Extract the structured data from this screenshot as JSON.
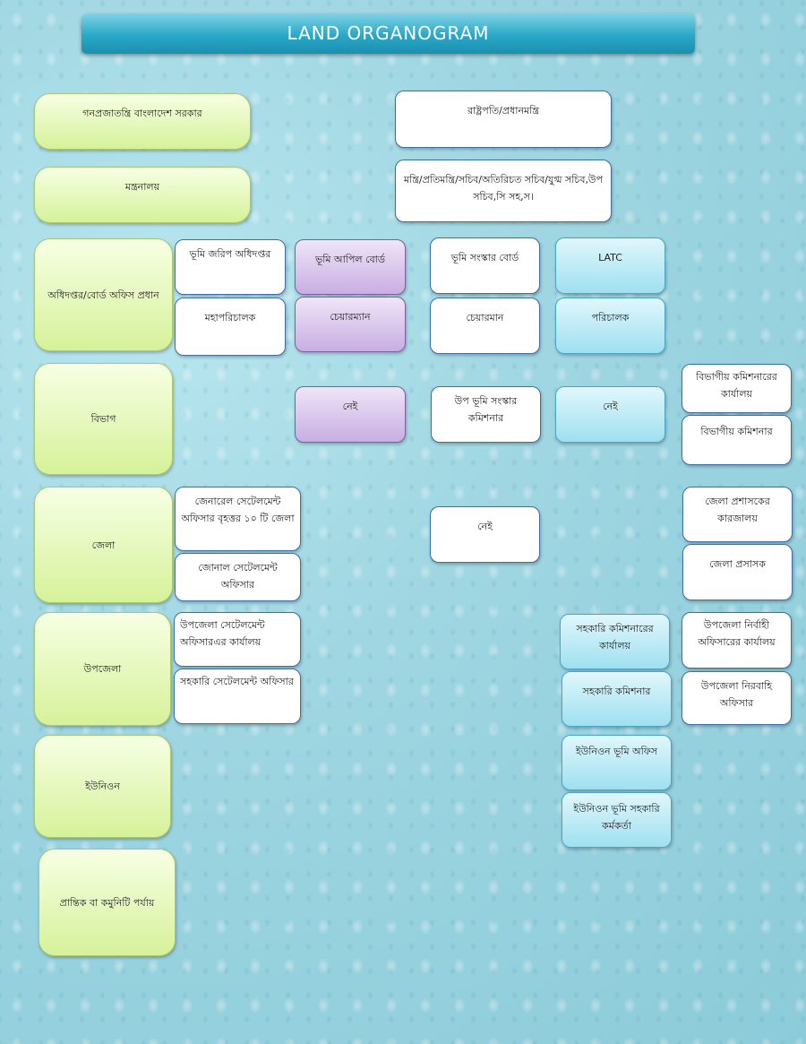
{
  "title": "LAND  ORGANOGRAM",
  "levels": [
    "গনপ্রজাতন্ত্রি বাংলাদেশ সরকার",
    "মন্ত্রনালয়",
    "অধিদপ্তর/বোর্ড অফিস প্রধান",
    "বিভাগ",
    "জেলা",
    "উপজেলা",
    "ইউনিওন",
    "প্রান্তিক বা কমুনিটি পর্যায়"
  ],
  "top": [
    "রাষ্ট্রপতি/প্রধানমন্ত্রি",
    "মন্ত্রি/প্রতিমন্ত্রি/সচিব/অতিরিচত সচিব/যুগ্ম সচিব,উপ সচিব,সি সহ,স।"
  ],
  "survey": [
    "ভূমি জরিপ অধিদপ্তর",
    "মহাপরিচালক",
    "জেনারেল সেটেলমেন্ট অফিসার বৃহত্তর ১০ টি জেলা",
    "জোনাল সেটেলমেন্ট অফিসার",
    "উপজেলা সেটেলমেন্ট অফিসারএর কার্যালয়",
    "সহকারি সেটেলমেন্ট অফিসার"
  ],
  "appeal": [
    "ভূমি আপিল বোর্ড",
    "চেয়ারম্যান",
    "নেই"
  ],
  "reform": [
    "ভূমি সংস্কার বোর্ড",
    "চেয়ারমান",
    "উপ ভূমি সংস্কার কমিশনার",
    "নেই"
  ],
  "latc": [
    "LATC",
    "পরিচালক",
    "নেই",
    "সহকারি কমিশনারের কার্যালয়",
    "সহকারি কমিশনার",
    "ইউনিওন ভূমি অফিস",
    "ইউনিওন ভূমি সহকারি কর্মকর্তা"
  ],
  "admin": [
    "বিভাগীয় কমিশনারের কার্যালয়",
    "বিভাগীয় কমিশনার",
    "জেলা প্রশাসকের কারজালয়",
    "জেলা প্রসাসক",
    "উপজেলা নির্বাহী অফিসারের কার্যালয়",
    "উপজেলা নিরবাহি অফিসার"
  ]
}
